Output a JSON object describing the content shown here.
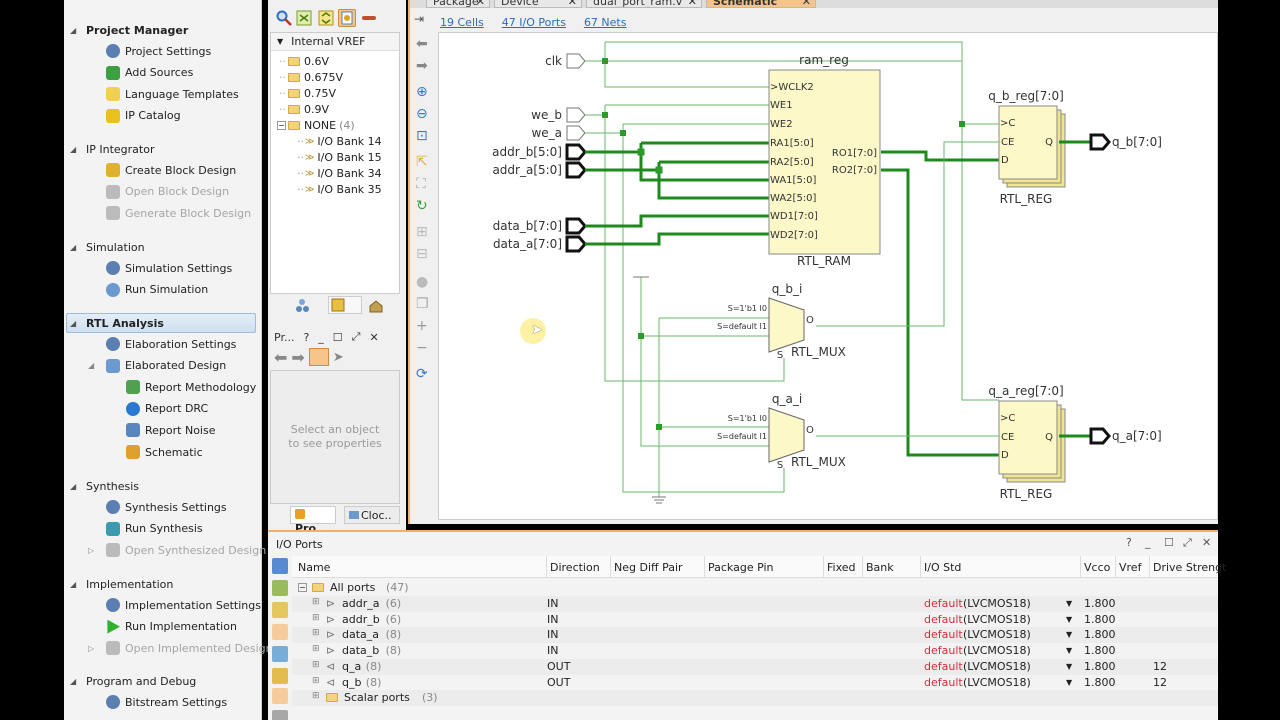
{
  "flow_navigator": {
    "sections": [
      {
        "label": "Project Manager",
        "bold": true,
        "items": [
          {
            "label": "Project Settings",
            "icon": "gear-icon"
          },
          {
            "label": "Add Sources",
            "icon": "add-sources-icon"
          },
          {
            "label": "Language Templates",
            "icon": "lightbulb-icon"
          },
          {
            "label": "IP Catalog",
            "icon": "chip-icon"
          }
        ]
      },
      {
        "label": "IP Integrator",
        "items": [
          {
            "label": "Create Block Design",
            "icon": "block-design-icon"
          },
          {
            "label": "Open Block Design",
            "icon": "open-block-icon",
            "disabled": true
          },
          {
            "label": "Generate Block Design",
            "icon": "generate-block-icon",
            "disabled": true
          }
        ]
      },
      {
        "label": "Simulation",
        "items": [
          {
            "label": "Simulation Settings",
            "icon": "gear-icon"
          },
          {
            "label": "Run Simulation",
            "icon": "run-simulation-icon"
          }
        ]
      },
      {
        "label": "RTL Analysis",
        "bold": true,
        "active": true,
        "items": [
          {
            "label": "Elaboration Settings",
            "icon": "gear-icon"
          },
          {
            "label": "Elaborated Design",
            "icon": "design-icon"
          },
          {
            "label": "Report Methodology",
            "icon": "clipboard-check-icon"
          },
          {
            "label": "Report DRC",
            "icon": "check-circle-icon"
          },
          {
            "label": "Report Noise",
            "icon": "noise-icon"
          },
          {
            "label": "Schematic",
            "icon": "schematic-icon"
          }
        ]
      },
      {
        "label": "Synthesis",
        "items": [
          {
            "label": "Synthesis Settings",
            "icon": "gear-icon"
          },
          {
            "label": "Run Synthesis",
            "icon": "run-synthesis-icon"
          },
          {
            "label": "Open Synthesized Design",
            "icon": "open-design-icon",
            "disabled": true
          }
        ]
      },
      {
        "label": "Implementation",
        "items": [
          {
            "label": "Implementation Settings",
            "icon": "gear-icon"
          },
          {
            "label": "Run Implementation",
            "icon": "play-icon"
          },
          {
            "label": "Open Implemented Design",
            "icon": "open-design-icon",
            "disabled": true
          }
        ]
      },
      {
        "label": "Program and Debug",
        "items": [
          {
            "label": "Bitstream Settings",
            "icon": "gear-icon"
          }
        ]
      }
    ]
  },
  "vref_tree": {
    "root": "Internal VREF",
    "items": [
      "0.6V",
      "0.675V",
      "0.75V",
      "0.9V"
    ],
    "none_label": "NONE",
    "none_count": "(4)",
    "banks": [
      "I/O Bank 14",
      "I/O Bank 15",
      "I/O Bank 34",
      "I/O Bank 35"
    ]
  },
  "properties_panel": {
    "title": "Pr...",
    "empty_line1": "Select an object",
    "empty_line2": "to see properties",
    "tabs": [
      "Pro..",
      "Cloc.."
    ]
  },
  "editor_tabs": [
    {
      "label": "Package",
      "active": false
    },
    {
      "label": "Device",
      "active": false
    },
    {
      "label": "dual_port_ram.v",
      "active": false
    },
    {
      "label": "Schematic",
      "active": true
    }
  ],
  "schematic_stats": {
    "cells": "19 Cells",
    "io_ports": "47 I/O Ports",
    "nets": "67 Nets"
  },
  "schematic": {
    "inputs": [
      "clk",
      "we_b",
      "we_a",
      "addr_b[5:0]",
      "addr_a[5:0]",
      "data_b[7:0]",
      "data_a[7:0]"
    ],
    "ram": {
      "name": "ram_reg",
      "type": "RTL_RAM",
      "pins_in": [
        ">WCLK2",
        "WE1",
        "WE2",
        "RA1[5:0]",
        "RA2[5:0]",
        "WA1[5:0]",
        "WA2[5:0]",
        "WD1[7:0]",
        "WD2[7:0]"
      ],
      "pins_out": [
        "RO1[7:0]",
        "RO2[7:0]"
      ]
    },
    "mux_b": {
      "name": "q_b_i",
      "type": "RTL_MUX",
      "i0": "S=1'b1 I0",
      "i1": "S=default I1",
      "o": "O",
      "s": "S"
    },
    "mux_a": {
      "name": "q_a_i",
      "type": "RTL_MUX",
      "i0": "S=1'b1 I0",
      "i1": "S=default I1",
      "o": "O",
      "s": "S"
    },
    "reg_b": {
      "name": "q_b_reg[7:0]",
      "type": "RTL_REG",
      "c": ">C",
      "ce": "CE",
      "d": "D",
      "q": "Q"
    },
    "reg_a": {
      "name": "q_a_reg[7:0]",
      "type": "RTL_REG",
      "c": ">C",
      "ce": "CE",
      "d": "D",
      "q": "Q"
    },
    "outputs": [
      "q_b[7:0]",
      "q_a[7:0]"
    ]
  },
  "io_ports": {
    "title": "I/O Ports",
    "columns": [
      "Name",
      "Direction",
      "Neg Diff Pair",
      "Package Pin",
      "Fixed",
      "Bank",
      "I/O Std",
      "Vcco",
      "Vref",
      "Drive Strengt"
    ],
    "all_ports": {
      "label": "All ports",
      "count": "(47)"
    },
    "rows": [
      {
        "name": "addr_a",
        "count": "(6)",
        "direction": "IN",
        "std_default": "default",
        "std": "(LVCMOS18)",
        "vcco": "1.800",
        "drive": ""
      },
      {
        "name": "addr_b",
        "count": "(6)",
        "direction": "IN",
        "std_default": "default",
        "std": "(LVCMOS18)",
        "vcco": "1.800",
        "drive": ""
      },
      {
        "name": "data_a",
        "count": "(8)",
        "direction": "IN",
        "std_default": "default",
        "std": "(LVCMOS18)",
        "vcco": "1.800",
        "drive": ""
      },
      {
        "name": "data_b",
        "count": "(8)",
        "direction": "IN",
        "std_default": "default",
        "std": "(LVCMOS18)",
        "vcco": "1.800",
        "drive": ""
      },
      {
        "name": "q_a",
        "count": "(8)",
        "direction": "OUT",
        "std_default": "default",
        "std": "(LVCMOS18)",
        "vcco": "1.800",
        "drive": "12"
      },
      {
        "name": "q_b",
        "count": "(8)",
        "direction": "OUT",
        "std_default": "default",
        "std": "(LVCMOS18)",
        "vcco": "1.800",
        "drive": "12"
      }
    ],
    "scalar": {
      "label": "Scalar ports",
      "count": "(3)"
    },
    "controls": [
      "?",
      "_",
      "☐",
      "⤢",
      "✕"
    ]
  }
}
